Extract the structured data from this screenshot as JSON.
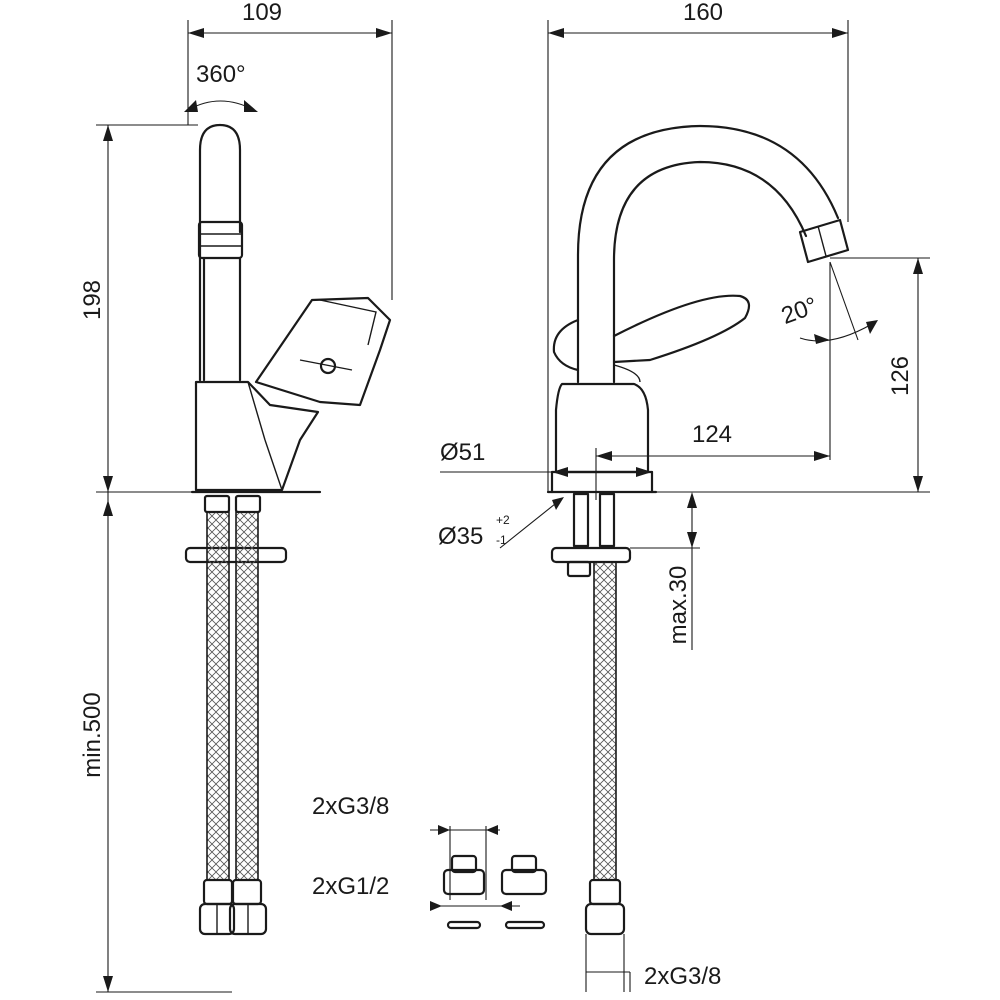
{
  "dimensions": {
    "width_left": "109",
    "rotation": "360°",
    "height_total": "198",
    "hose_length": "min.500",
    "width_right": "160",
    "spout_height": "126",
    "tilt_angle": "20°",
    "reach": "124",
    "base_diameter": "Ø51",
    "hole_diameter": "Ø35",
    "hole_tolerance_plus": "+2",
    "hole_tolerance_minus": "-1",
    "max_deck_thickness": "max.30",
    "thread_hose_ends": "2xG3/8",
    "thread_adapter": "2xG1/2",
    "thread_bottom": "2xG3/8"
  }
}
